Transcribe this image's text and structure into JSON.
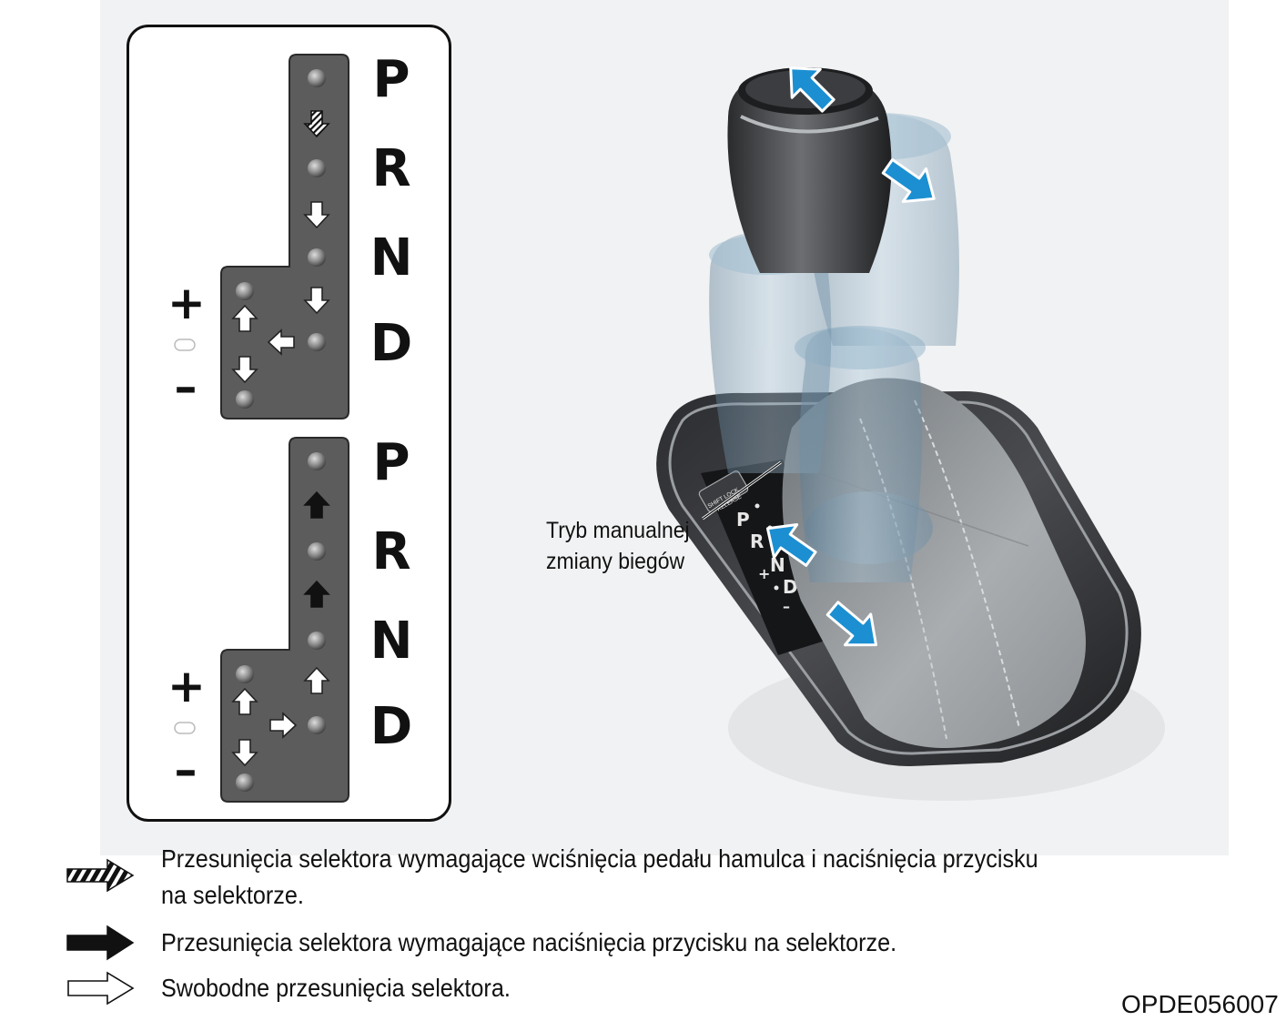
{
  "gate_diagram": {
    "top": {
      "positions": [
        "P",
        "R",
        "N",
        "D"
      ],
      "plus": "+",
      "minus": "–"
    },
    "bottom": {
      "positions": [
        "P",
        "R",
        "N",
        "D"
      ],
      "plus": "+",
      "minus": "–"
    }
  },
  "illustration": {
    "callout": "Tryb manualnej zmiany biegów",
    "button_label": "SHIFT LOCK RELEASE",
    "console_markings": [
      "P",
      "R",
      "N",
      "D",
      "+",
      "–"
    ],
    "accent_color": "#1b8fd1"
  },
  "legend": [
    {
      "arrow": "hatched-arrow",
      "text": "Przesunięcia selektora wymagające wciśnięcia pedału hamulca i naciśnięcia przycisku\nna selektorze."
    },
    {
      "arrow": "solid-arrow",
      "text": "Przesunięcia selektora wymagające naciśnięcia przycisku na selektorze."
    },
    {
      "arrow": "outline-arrow",
      "text": "Swobodne przesunięcia selektora."
    }
  ],
  "figure_code": "OPDE056007"
}
